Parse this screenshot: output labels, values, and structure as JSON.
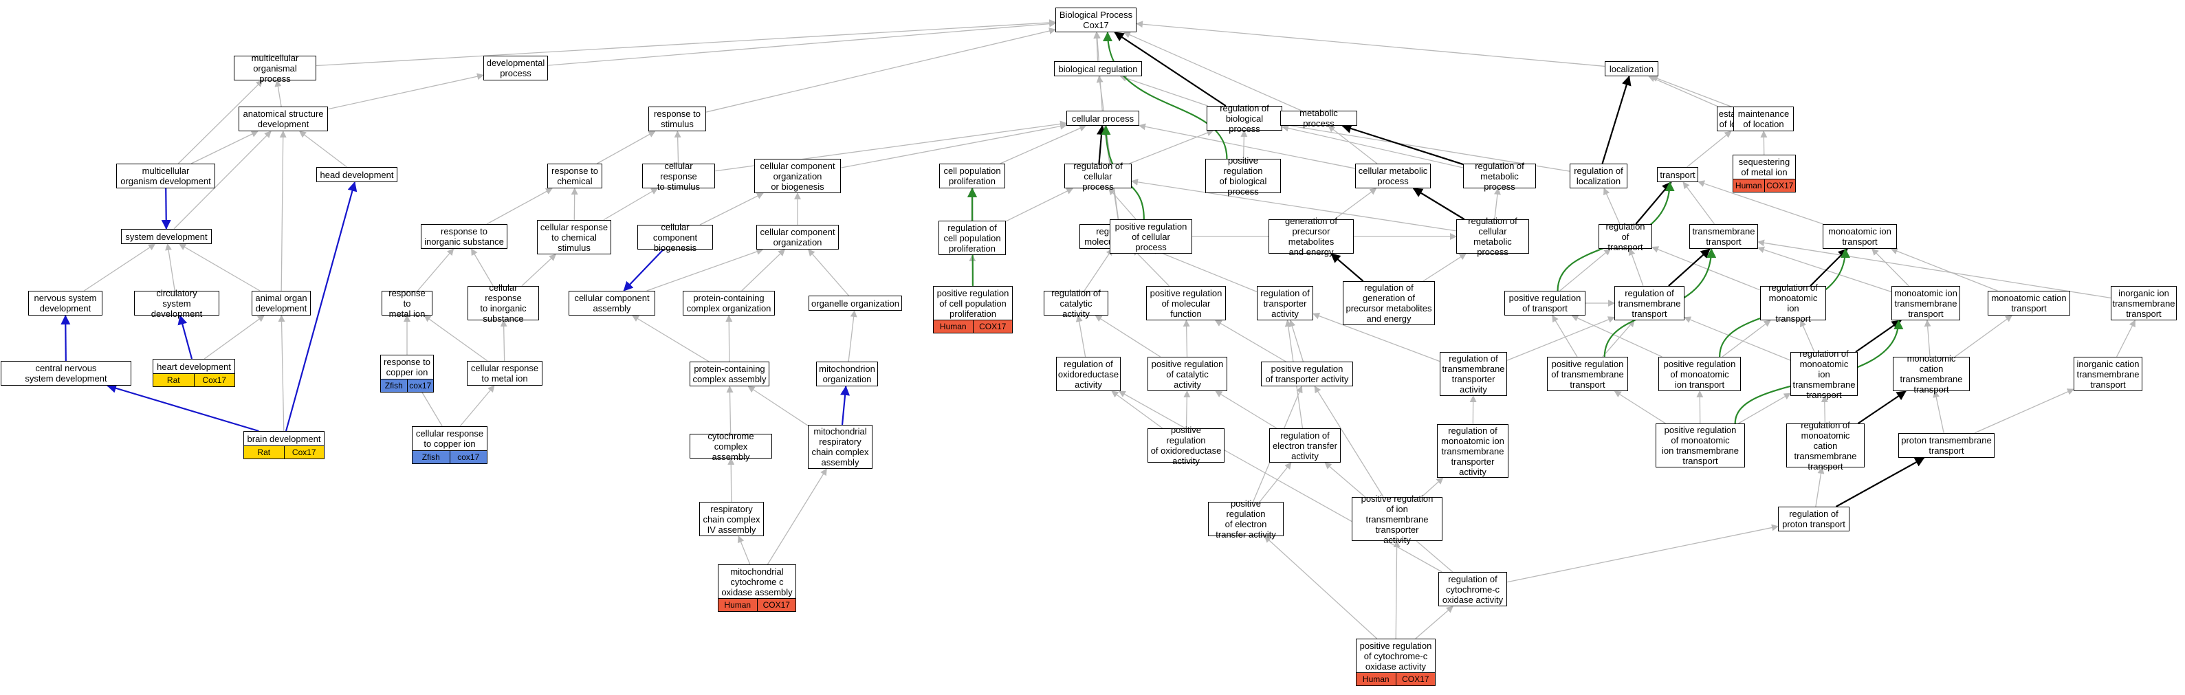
{
  "colors": {
    "grey_edge": "#b9b9b9",
    "black_edge": "#000000",
    "green_edge": "#2a8a2a",
    "blue_edge": "#1515cc",
    "rat": "#ffd500",
    "human": "#ee5a3c",
    "zfish": "#5b86dd"
  },
  "nodes": {
    "bp": "Biological Process\nCox17",
    "mop": "multicellular\norganismal process",
    "devp": "developmental\nprocess",
    "biolreg": "biological regulation",
    "localization": "localization",
    "asd": "anatomical structure\ndevelopment",
    "rstim": "response to\nstimulus",
    "cellproc": "cellular process",
    "regbp": "regulation of\nbiological process",
    "metproc": "metabolic process",
    "estloc": "establishment\nof localization",
    "maintloc": "maintenance\nof location",
    "mod": "multicellular\norganism development",
    "headdev": "head development",
    "rchem": "response to\nchemical",
    "crstim": "cellular response\nto stimulus",
    "ccob": "cellular component\norganization\nor biogenesis",
    "cpp": "cell population\nproliferation",
    "regcp": "regulation of\ncellular process",
    "posregbp": "positive regulation\nof biological\nprocess",
    "cmp": "cellular metabolic\nprocess",
    "regmp": "regulation of\nmetabolic process",
    "regloc": "regulation of\nlocalization",
    "transport": "transport",
    "seqmi": "sequestering\nof metal ion",
    "sysdev": "system development",
    "rinorg": "response to\ninorganic substance",
    "crchem": "cellular response\nto chemical\nstimulus",
    "ccbio": "cellular component\nbiogenesis",
    "ccorg": "cellular component\norganization",
    "regcpp": "regulation of\ncell population\nproliferation",
    "regmf": "regulation of\nmolecular function",
    "posregcp": "positive regulation\nof cellular\nprocess",
    "genprec": "generation of\nprecursor metabolites\nand energy",
    "regcmp": "regulation of\ncellular metabolic\nprocess",
    "regtransport": "regulation of\ntransport",
    "tmtransport": "transmembrane\ntransport",
    "monotransport": "monoatomic ion\ntransport",
    "nsd": "nervous system\ndevelopment",
    "csd": "circulatory\nsystem development",
    "aod": "animal organ\ndevelopment",
    "rmetal": "response to\nmetal ion",
    "crinorg": "cellular response\nto inorganic\nsubstance",
    "ccassembly": "cellular component\nassembly",
    "pcco": "protein-containing\ncomplex organization",
    "orgorg": "organelle organization",
    "posregcpp": "positive regulation\nof cell population\nproliferation",
    "regca": "regulation of\ncatalytic activity",
    "posregmf": "positive regulation\nof molecular\nfunction",
    "regta": "regulation of\ntransporter\nactivity",
    "reggen": "regulation of\ngeneration of\nprecursor metabolites\nand energy",
    "posregtransport": "positive regulation\nof transport",
    "regtmt": "regulation of\ntransmembrane\ntransport",
    "regmit": "regulation of\nmonoatomic ion\ntransport",
    "mitmt": "monoatomic ion\ntransmembrane\ntransport",
    "mct": "monoatomic cation\ntransport",
    "iict": "inorganic ion\ntransmembrane\ntransport",
    "cnsd": "central nervous\nsystem development",
    "hd": "heart development",
    "rcopper": "response to\ncopper ion",
    "crmetal": "cellular response\nto metal ion",
    "pcca": "protein-containing\ncomplex assembly",
    "mitorg": "mitochondrion\norganization",
    "regoa": "regulation of\noxidoreductase\nactivity",
    "posregca": "positive regulation\nof catalytic\nactivity",
    "posregta": "positive regulation\nof transporter activity",
    "regtta": "regulation of\ntransmembrane\ntransporter\nactivity",
    "posregtmt": "positive regulation\nof transmembrane\ntransport",
    "posregmit": "positive regulation\nof monoatomic\nion transport",
    "regmitmt": "regulation of\nmonoatomic ion\ntransmembrane\ntransport",
    "mctmt": "monoatomic cation\ntransmembrane\ntransport",
    "ictmt": "inorganic cation\ntransmembrane\ntransport",
    "braindev": "brain development",
    "crcopper": "cellular response\nto copper ion",
    "ccca": "cytochrome complex\nassembly",
    "mrcca": "mitochondrial\nrespiratory\nchain complex\nassembly",
    "posregoa": "positive regulation\nof oxidoreductase\nactivity",
    "regeta": "regulation of\nelectron transfer\nactivity",
    "regmitta": "regulation of\nmonoatomic ion\ntransmembrane\ntransporter\nactivity",
    "posregmitmt": "positive regulation\nof monoatomic\nion transmembrane\ntransport",
    "regmctmt": "regulation of\nmonoatomic cation\ntransmembrane\ntransport",
    "ptt": "proton transmembrane\ntransport",
    "rcc4": "respiratory\nchain complex\nIV assembly",
    "posregeta": "positive regulation\nof electron\ntransfer activity",
    "posregitta": "positive regulation\nof ion transmembrane\ntransporter\nactivity",
    "regpt": "regulation of\nproton transport",
    "regcoa": "regulation of\ncytochrome-c\noxidase activity",
    "mcoa": "mitochondrial\ncytochrome c\noxidase assembly",
    "posregcoa": "positive regulation\nof cytochrome-c\noxidase activity"
  },
  "annotations": {
    "seqmi": [
      "Human",
      "COX17"
    ],
    "posregcpp": [
      "Human",
      "COX17"
    ],
    "hd": [
      "Rat",
      "Cox17"
    ],
    "rcopper": [
      "Zfish",
      "cox17"
    ],
    "braindev": [
      "Rat",
      "Cox17"
    ],
    "crcopper": [
      "Zfish",
      "cox17"
    ],
    "mcoa": [
      "Human",
      "COX17"
    ],
    "posregcoa": [
      "Human",
      "COX17"
    ]
  }
}
